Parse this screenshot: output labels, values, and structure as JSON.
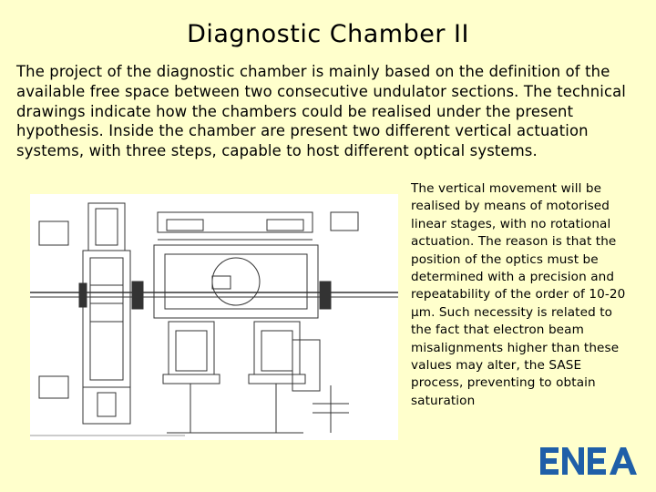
{
  "slide": {
    "title": "Diagnostic Chamber II",
    "intro": "The project of the diagnostic chamber is mainly based on the definition of the available free space between two consecutive undulator sections. The technical drawings indicate how the chambers could be realised under the present hypothesis. Inside the chamber are present two different vertical actuation systems, with three steps, capable to host different optical systems.",
    "side_text": "The vertical movement will be realised by means of motorised linear stages, with no rotational actuation. The reason is that the position of the optics must be determined with a precision and repeatability of the order of 10-20 μm. Such necessity is related to the fact that electron beam misalignments higher than these values may alter, the SASE process, preventing to obtain saturation",
    "logo_text": "ENEA"
  },
  "colors": {
    "background": "#ffffcc",
    "logo_blue": "#1f5fa8",
    "drawing_line": "#333333"
  }
}
